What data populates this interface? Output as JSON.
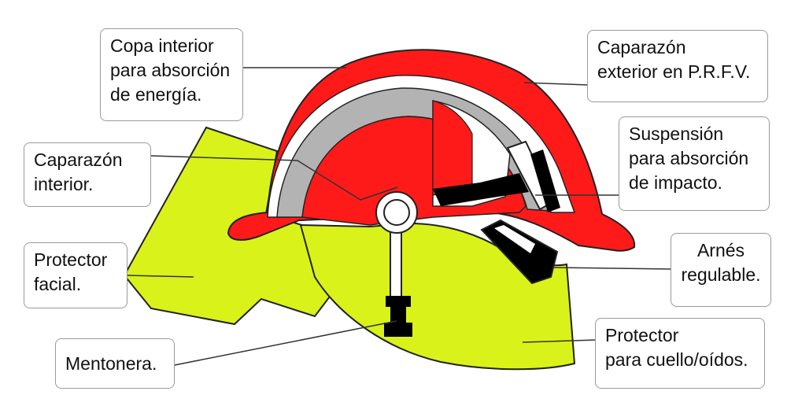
{
  "colors": {
    "shell": "#ff1a1a",
    "inner_cup": "#b3b3b3",
    "visor": "#d9f21a",
    "outline": "#222222",
    "dark": "#000000",
    "leader": "#333333"
  },
  "labels": {
    "inner_cup": {
      "line1": "Copa interior",
      "line2": "para absorción",
      "line3": "de energía."
    },
    "outer_shell": {
      "line1": "Caparazón",
      "line2": "exterior en P.R.F.V."
    },
    "suspension": {
      "line1": "Suspensión",
      "line2": "para absorción",
      "line3": "de impacto."
    },
    "inner_shell": {
      "line1": "Caparazón",
      "line2": "interior."
    },
    "face_protector": {
      "line1": "Protector",
      "line2": "facial."
    },
    "harness": {
      "line1": "Arnés",
      "line2": "regulable."
    },
    "chin_strap": {
      "line1": "Mentonera."
    },
    "neck_protector": {
      "line1": "Protector",
      "line2": "para cuello/oídos."
    }
  }
}
